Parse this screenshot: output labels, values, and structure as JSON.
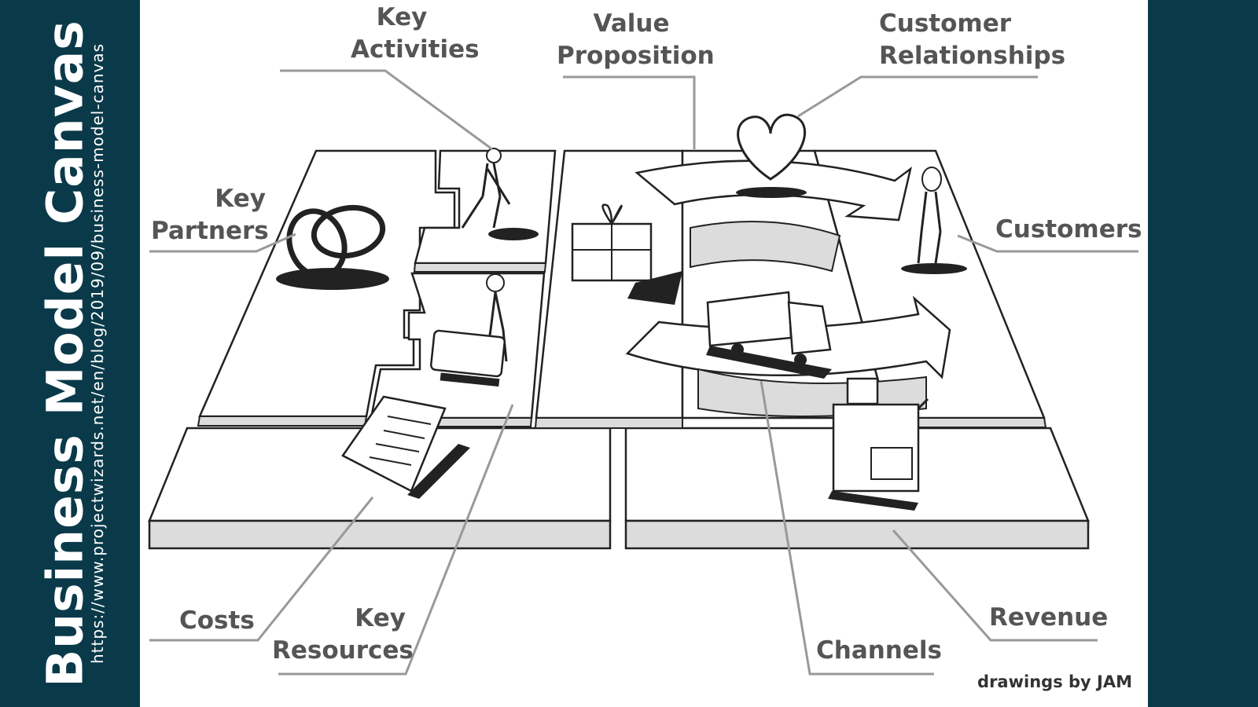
{
  "sidebar": {
    "title": "Business Model Canvas",
    "url": "https://www.projectwizards.net/en/blog/2019/09/business-model-canvas"
  },
  "labels": {
    "key_activities_1": "Key",
    "key_activities_2": "Activities",
    "value_proposition_1": "Value",
    "value_proposition_2": "Proposition",
    "customer_relationships_1": "Customer",
    "customer_relationships_2": "Relationships",
    "key_partners_1": "Key",
    "key_partners_2": "Partners",
    "customers": "Customers",
    "costs": "Costs",
    "key_resources_1": "Key",
    "key_resources_2": "Resources",
    "channels": "Channels",
    "revenue": "Revenue"
  },
  "credit": "drawings by JAM",
  "colors": {
    "background": "#0a3a4a",
    "canvas": "#ffffff",
    "label_text": "#555555",
    "ink": "#222222",
    "leader_line": "#999999",
    "board_side": "#dcdcdc"
  },
  "icons": [
    "rings-icon",
    "digging-person-icon",
    "person-with-machine-icon",
    "gift-icon",
    "heart-icon",
    "standing-customer-icon",
    "delivery-truck-icon",
    "invoice-document-icon",
    "cash-register-icon"
  ]
}
